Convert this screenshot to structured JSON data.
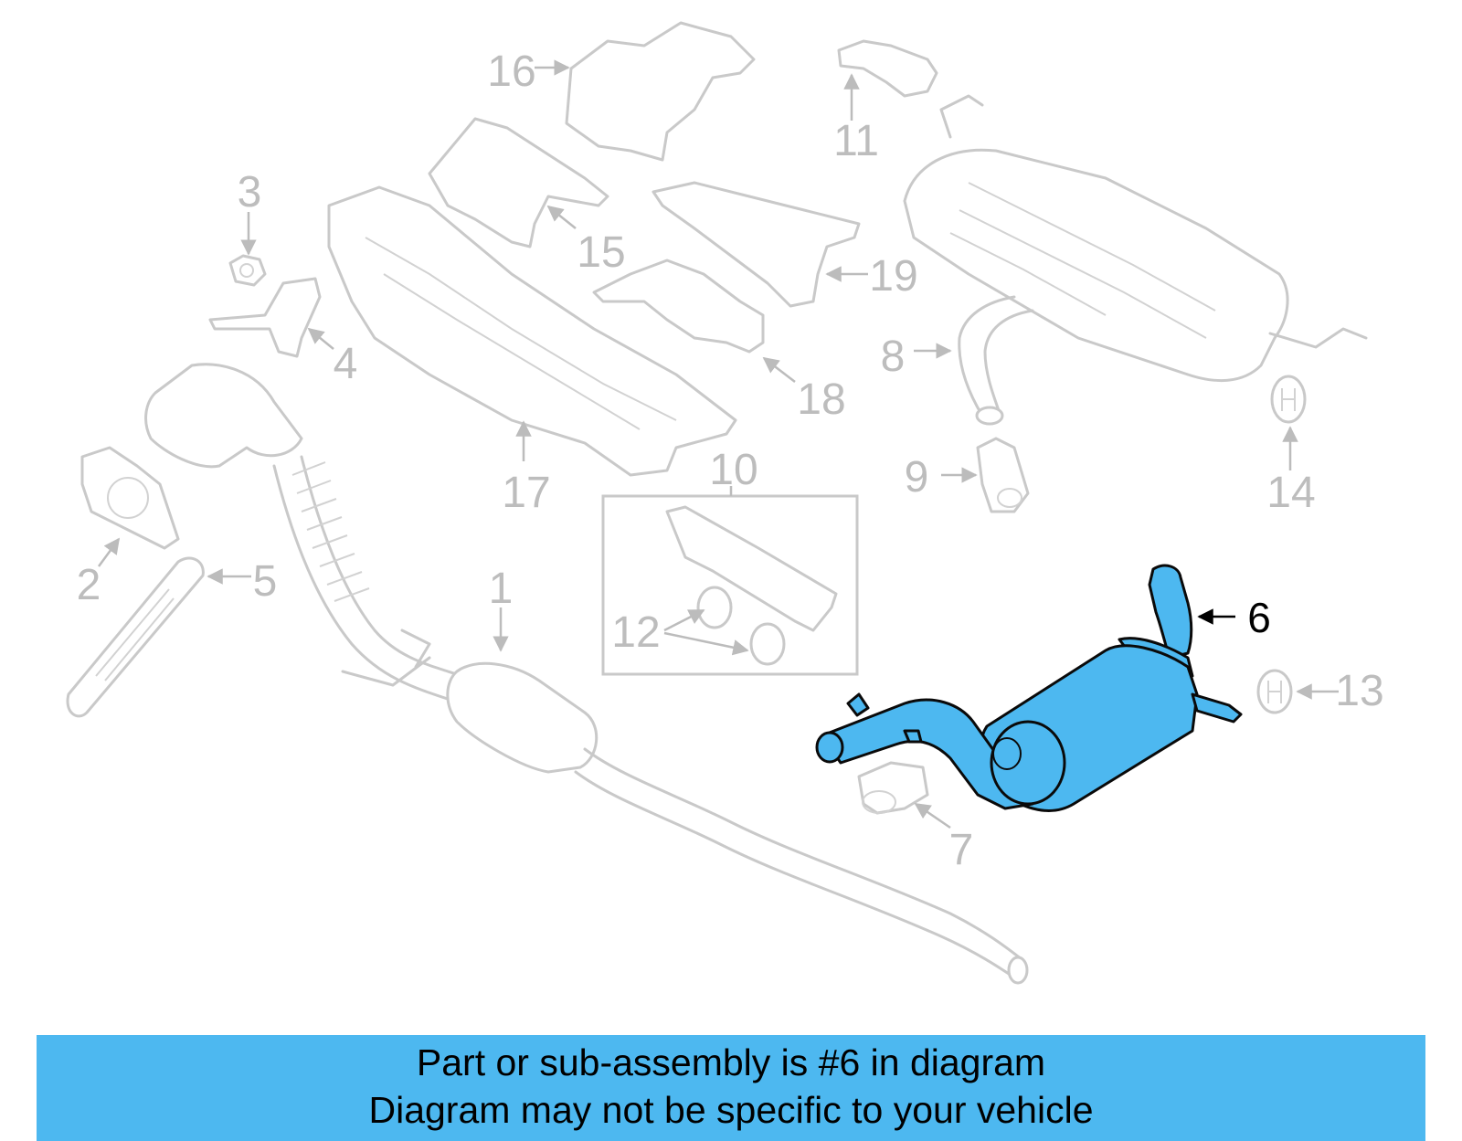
{
  "callouts": [
    "1",
    "2",
    "3",
    "4",
    "5",
    "6",
    "7",
    "8",
    "9",
    "10",
    "11",
    "12",
    "13",
    "14",
    "15",
    "16",
    "17",
    "18",
    "19"
  ],
  "highlighted_part": "6",
  "colors": {
    "highlight": "#4db8f0",
    "banner": "#4db8f0",
    "inactive": "#c9c9c9"
  },
  "banner": {
    "line1": "Part or sub-assembly is #6 in diagram",
    "line2": "Diagram may not be specific to your vehicle"
  }
}
